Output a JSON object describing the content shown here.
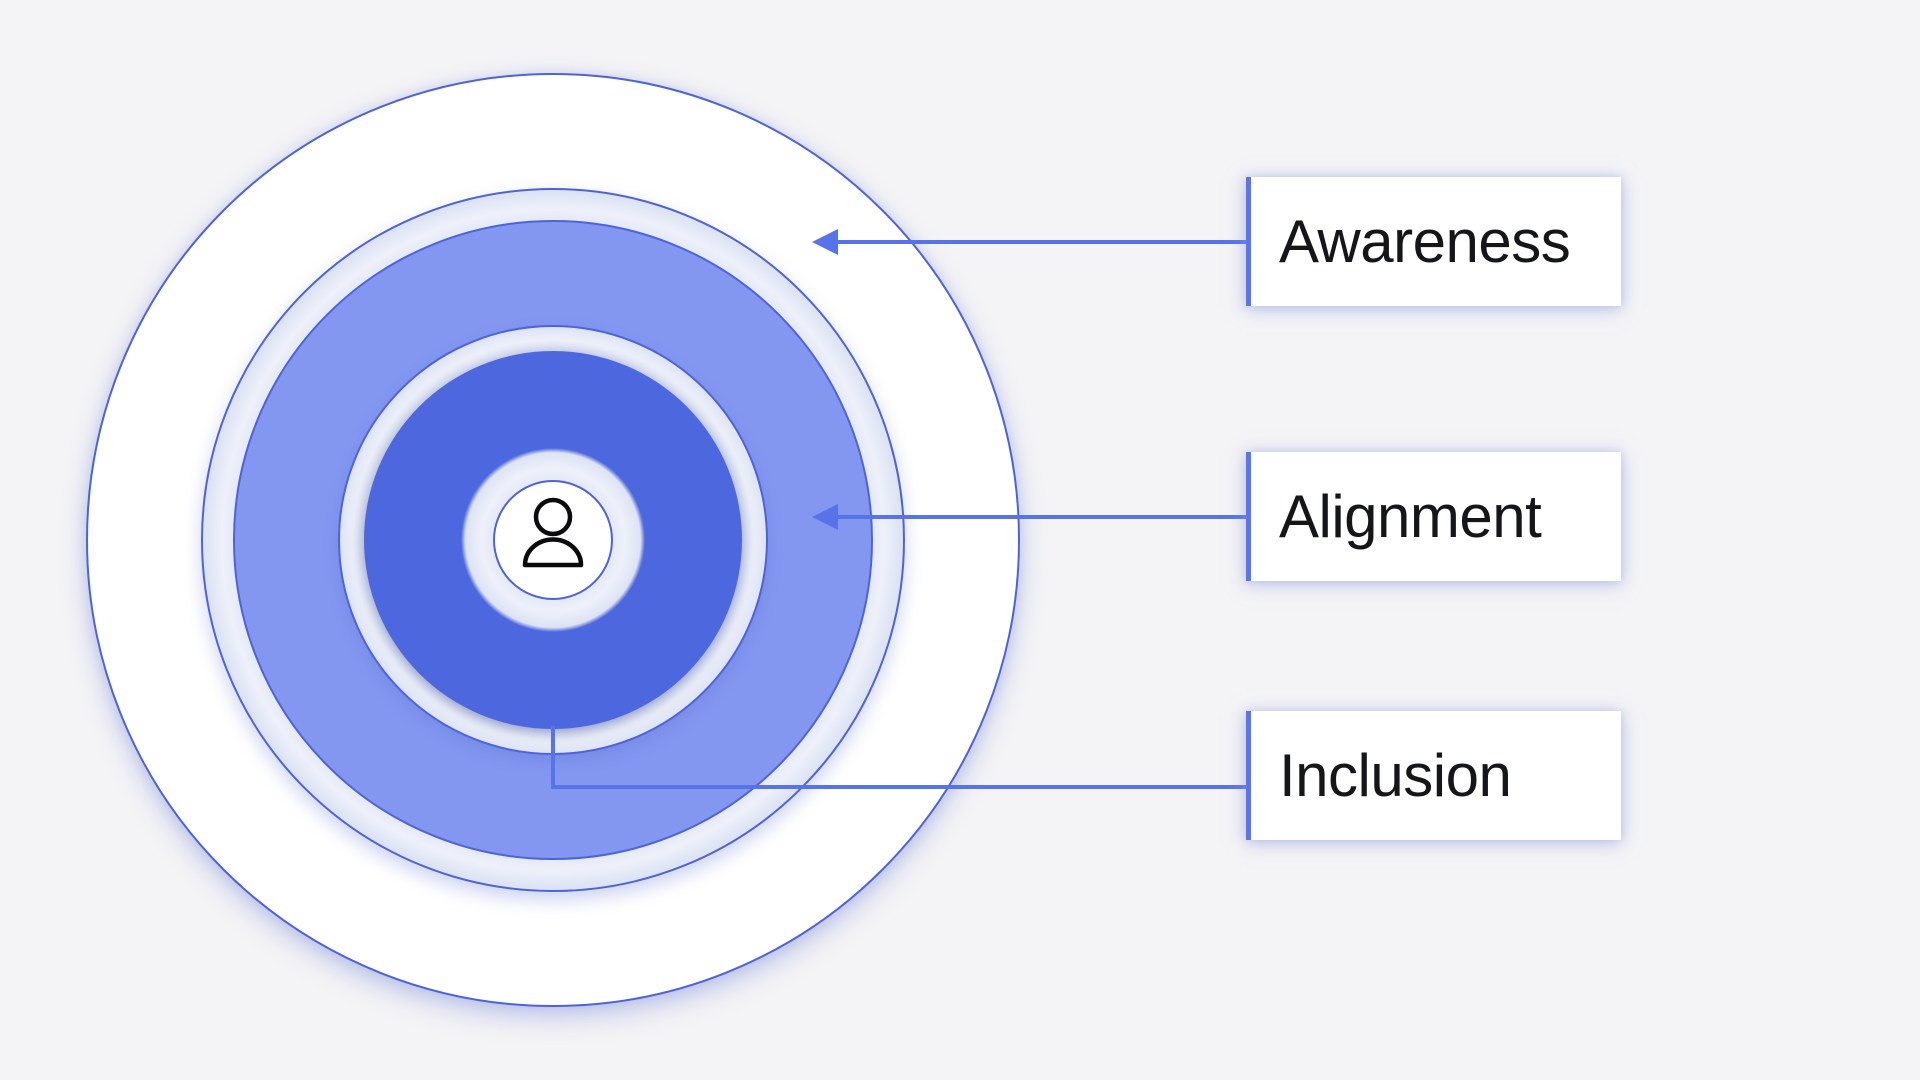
{
  "colors": {
    "background": "#f4f4f6",
    "stroke": "#4c63dd",
    "line": "#5673e9",
    "card_border": "#5b76ec",
    "card_bg": "#ffffff",
    "outer_ring_fill": "#ffffff",
    "ring_light_blue": "#8397f1",
    "ring_dark_blue": "#4d68de",
    "halo": "#dde3f4",
    "halo_light": "#eef1fa",
    "text": "#14161a"
  },
  "diagram": {
    "type": "concentric-rings",
    "center_icon": "person-icon",
    "rings": [
      {
        "id": "awareness",
        "label": "Awareness",
        "fill": "#ffffff",
        "position": "outer"
      },
      {
        "id": "alignment",
        "label": "Alignment",
        "fill": "#8397f1",
        "position": "middle"
      },
      {
        "id": "inclusion",
        "label": "Inclusion",
        "fill": "#4d68de",
        "position": "inner"
      }
    ]
  },
  "labels": [
    {
      "text": "Awareness",
      "target": "outer-ring"
    },
    {
      "text": "Alignment",
      "target": "middle-ring"
    },
    {
      "text": "Inclusion",
      "target": "inner-ring"
    }
  ]
}
